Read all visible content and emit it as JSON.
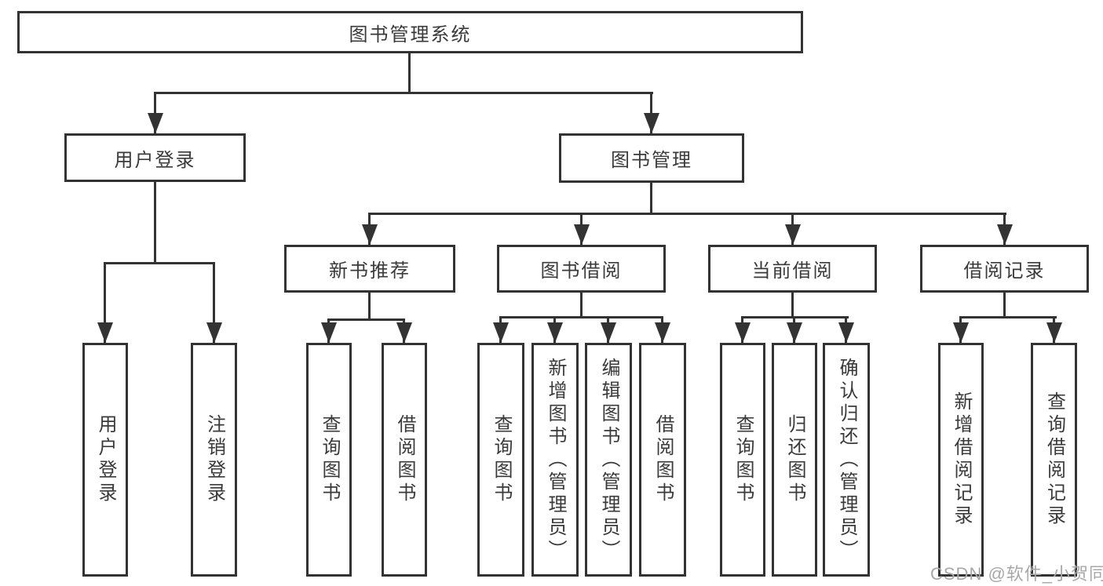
{
  "diagram": {
    "root": {
      "label": "图书管理系统"
    },
    "level2": [
      {
        "label": "用户登录"
      },
      {
        "label": "图书管理"
      }
    ],
    "level3": [
      {
        "label": "新书推荐"
      },
      {
        "label": "图书借阅"
      },
      {
        "label": "当前借阅"
      },
      {
        "label": "借阅记录"
      }
    ],
    "leaves": {
      "user_login": [
        "用户登录",
        "注销登录"
      ],
      "new_book": [
        "查询图书",
        "借阅图书"
      ],
      "borrow": [
        "查询图书",
        "新增图书（管理员）",
        "编辑图书（管理员）",
        "借阅图书"
      ],
      "current": [
        "查询图书",
        "归还图书",
        "确认归还（管理员）"
      ],
      "records": [
        "新增借阅记录",
        "查询借阅记录"
      ]
    }
  },
  "watermark": "CSDN @软件_小贺同学",
  "colors": {
    "line": "#333333",
    "text": "#3a3a3a",
    "box_background": "#ffffff",
    "watermark": "#a8a8a8"
  }
}
